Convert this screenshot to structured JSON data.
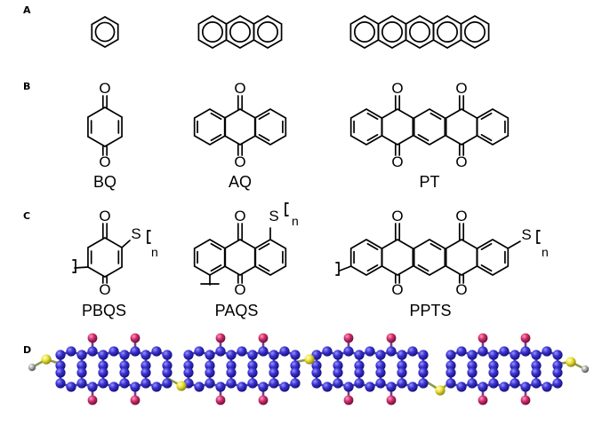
{
  "panels": {
    "A": {
      "label": "A"
    },
    "B": {
      "label": "B",
      "molecules": [
        {
          "id": "bq",
          "name": "BQ",
          "oxygen": "O"
        },
        {
          "id": "aq",
          "name": "AQ",
          "oxygen": "O"
        },
        {
          "id": "pt",
          "name": "PT",
          "oxygen": "O"
        }
      ]
    },
    "C": {
      "label": "C",
      "molecules": [
        {
          "id": "pbqs",
          "name": "PBQS",
          "oxygen": "O",
          "sulfur": "S",
          "repeat": "n"
        },
        {
          "id": "paqs",
          "name": "PAQS",
          "oxygen": "O",
          "sulfur": "S",
          "repeat": "n"
        },
        {
          "id": "ppts",
          "name": "PPTS",
          "oxygen": "O",
          "sulfur": "S",
          "repeat": "n"
        }
      ]
    },
    "D": {
      "label": "D"
    }
  },
  "colors": {
    "background": "#ffffff",
    "bond": "#000000",
    "carbon": "#3a33c8",
    "oxygen": "#cc2a6a",
    "sulfur": "#e8e23a",
    "endcap": "#9a9a9a"
  }
}
